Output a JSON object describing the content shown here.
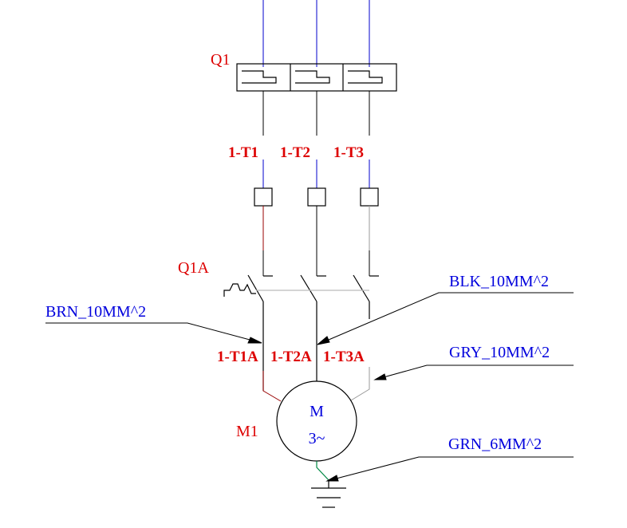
{
  "components": {
    "breaker": "Q1",
    "contactor": "Q1A",
    "motor": "M1",
    "motor_symbol": "M",
    "motor_phase": "3~"
  },
  "terminals_top": [
    "1-T1",
    "1-T2",
    "1-T3"
  ],
  "terminals_bottom": [
    "1-T1A",
    "1-T2A",
    "1-T3A"
  ],
  "cables": {
    "brown": "BRN_10MM^2",
    "black": "BLK_10MM^2",
    "grey": "GRY_10MM^2",
    "green": "GRN_6MM^2"
  },
  "colors": {
    "feed": "#0000cc",
    "brown": "#990000",
    "black": "#000000",
    "grey": "#999999",
    "green": "#008844",
    "label_red": "#dd0000",
    "label_blue": "#0000dd"
  }
}
